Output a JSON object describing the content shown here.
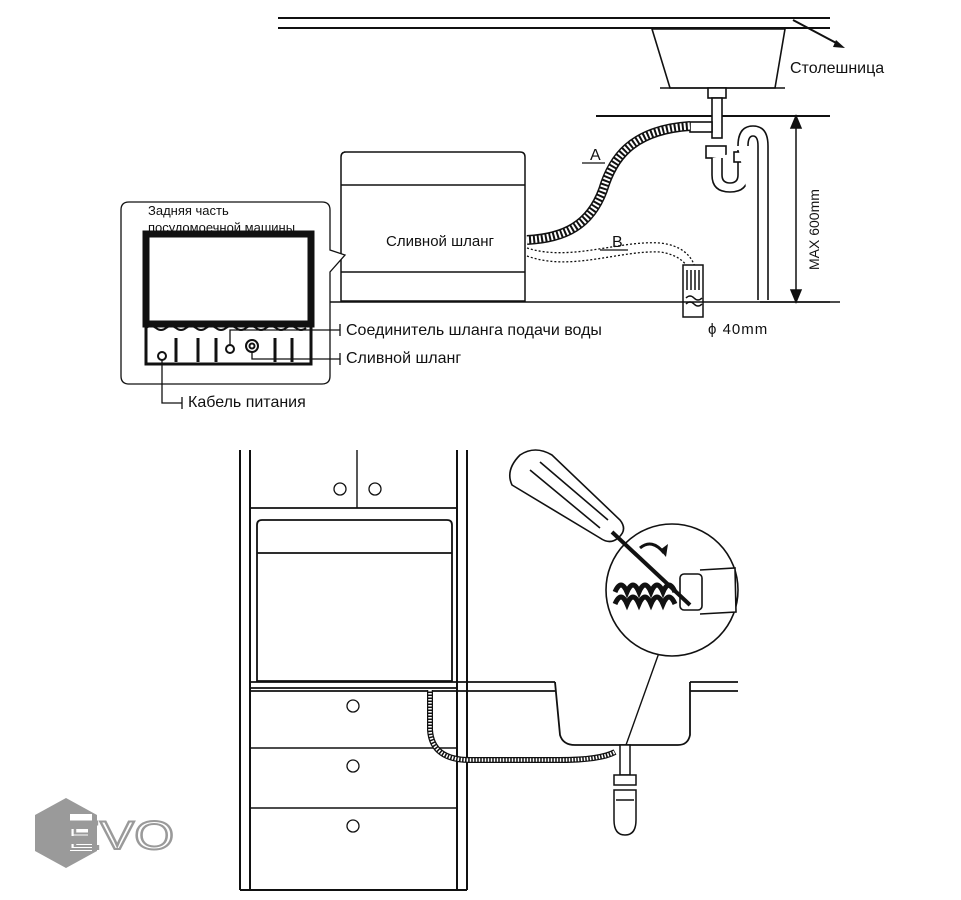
{
  "top_diagram": {
    "countertop_label": "Столешница",
    "detail_title_line1": "Задняя часть",
    "detail_title_line2": "посудомоечной машины",
    "drain_hose_center_label": "Сливной шланг",
    "hose_a_label": "A",
    "hose_b_label": "B",
    "max_height_label": "MAX 600mm",
    "pipe_diameter_label": "ϕ 40mm",
    "water_inlet_connector_label": "Соединитель шланга подачи воды",
    "drain_hose_label": "Сливной шланг",
    "power_cable_label": "Кабель питания"
  },
  "logo": {
    "text": "EVO",
    "color": "#9a9a9a"
  }
}
